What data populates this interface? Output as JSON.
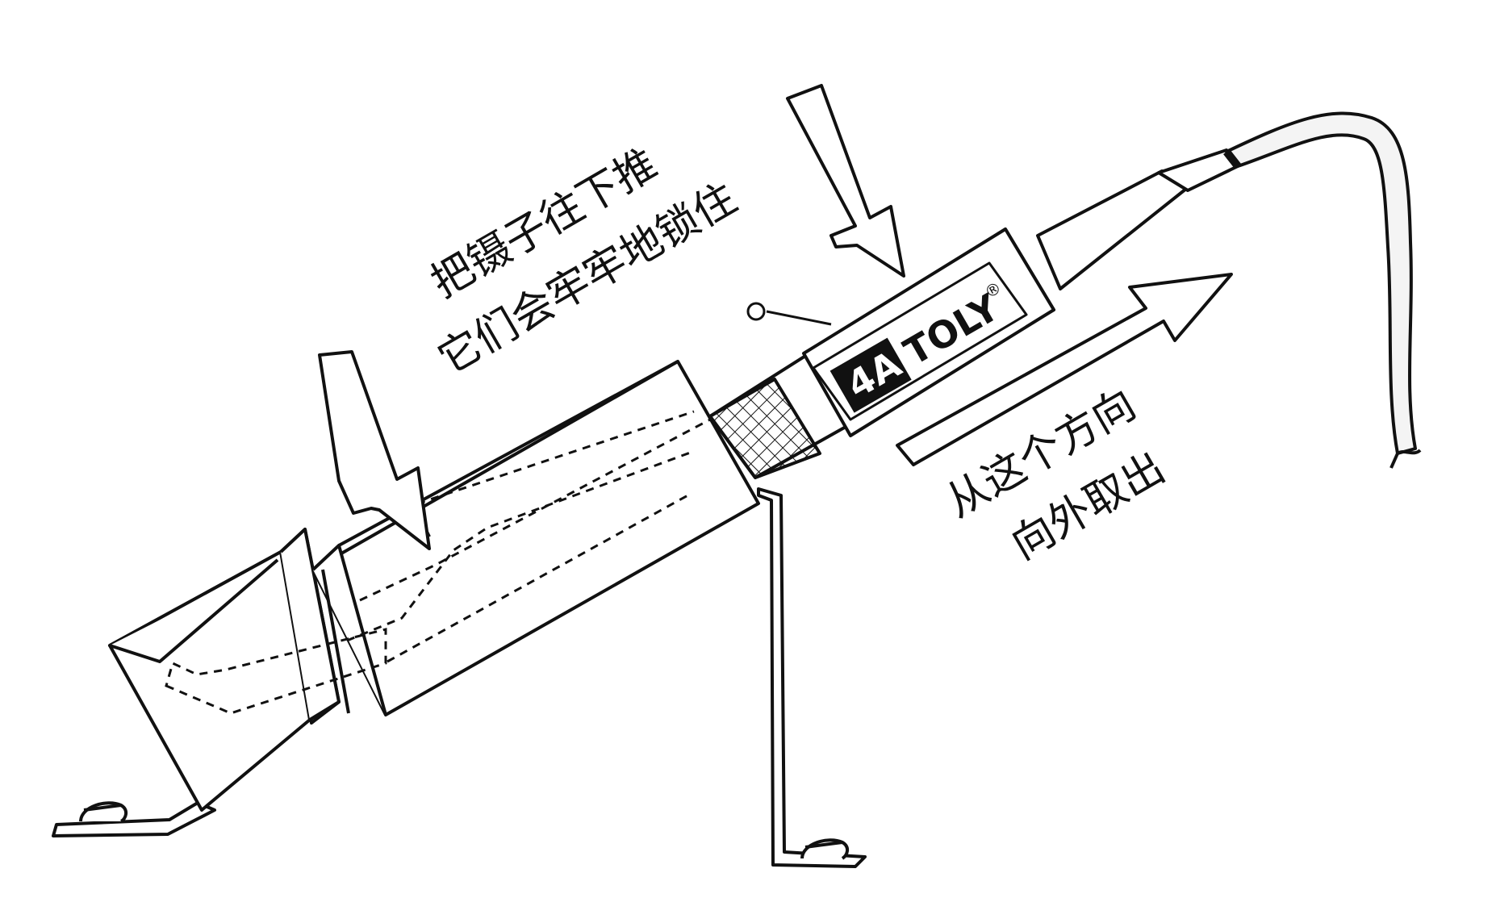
{
  "annotations": {
    "push_line1": "把镊子往下推",
    "push_line2": "它们会牢牢地锁住",
    "pull_line1": "从这个方向",
    "pull_line2": "向外取出"
  },
  "label_tag": {
    "rating": "4A",
    "brand": "TOLY",
    "registered_mark": "®"
  },
  "colors": {
    "ink": "#111111",
    "wire_fill": "#f4f4f4",
    "paper": "#ffffff"
  }
}
